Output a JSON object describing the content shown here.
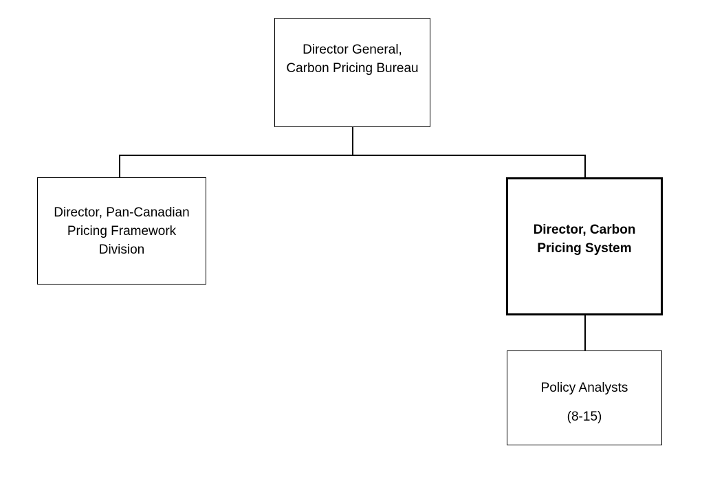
{
  "org_chart": {
    "director_general": {
      "label": "Director General, Carbon Pricing Bureau"
    },
    "director_pan_canadian": {
      "label": "Director, Pan-Canadian Pricing Framework Division"
    },
    "director_carbon_pricing_system": {
      "label": "Director, Carbon Pricing System"
    },
    "policy_analysts": {
      "label": "Policy Analysts",
      "count": "(8-15)"
    }
  }
}
